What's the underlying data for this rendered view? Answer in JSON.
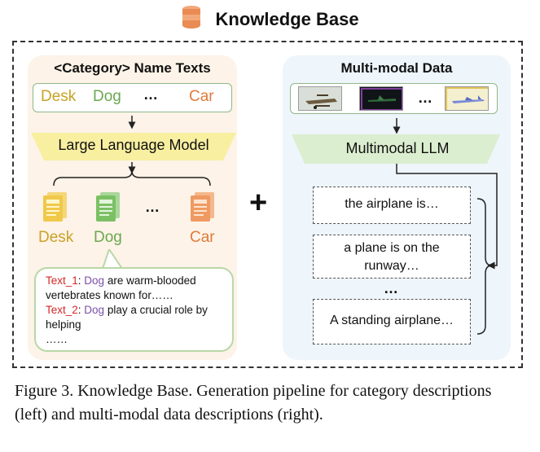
{
  "title": "Knowledge Base",
  "left": {
    "heading": "<Category> Name Texts",
    "categories": [
      "Desk",
      "Dog",
      "Car"
    ],
    "ellipsis": "…",
    "llm_label": "Large Language Model",
    "doc_labels": [
      "Desk",
      "Dog",
      "Car"
    ],
    "doc_ellipsis": "…",
    "text_1_label": "Text_1",
    "text_1_word": "Dog",
    "text_1_rest": " are warm-blooded vertebrates known for……",
    "text_2_label": "Text_2",
    "text_2_word": "Dog",
    "text_2_rest": " play a crucial role by helping",
    "text_more": "……"
  },
  "right": {
    "heading": "Multi-modal Data",
    "images_ellipsis": "…",
    "mllm_label": "Multimodal LLM",
    "descriptions": [
      "the airplane is…",
      "a plane is on the runway…",
      "A standing airplane…"
    ],
    "desc_ellipsis": "…"
  },
  "plus": "+",
  "caption": "Figure 3.  Knowledge Base.  Generation pipeline for category descriptions (left) and multi-modal data descriptions (right).",
  "colors": {
    "desk": "#c9a227",
    "dog": "#6aa84f",
    "car": "#e07b3a",
    "text_label": "#d62728",
    "dog_word": "#7b4fa8"
  }
}
